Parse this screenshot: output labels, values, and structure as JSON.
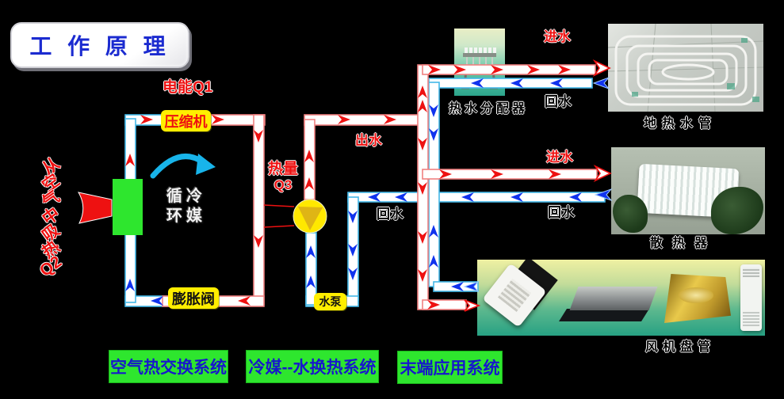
{
  "title": "工 作 原 理",
  "labels": {
    "electric_energy": "电能Q1",
    "compressor": "压缩机",
    "expansion_valve": "膨胀阀",
    "refrigerant_l1": "循冷",
    "refrigerant_l2": "环媒",
    "heat_l1": "热量",
    "heat_l2": "Q3",
    "outlet_water": "出水",
    "inlet_water": "进水",
    "return_water": "回水",
    "water_pump": "水泵",
    "distributor": "热水分配器",
    "floor_pipes": "地热水管",
    "radiator": "散热器",
    "fan_coil": "风机盘管",
    "absorb_chars": [
      "从",
      "空",
      "气",
      "中",
      "吸",
      "热",
      "Q2"
    ]
  },
  "systems": [
    {
      "label": "空气热交换系统"
    },
    {
      "label": "冷媒--水换热系统"
    },
    {
      "label": "末端应用系统"
    }
  ],
  "colors": {
    "hot_arrow": "#ee1111",
    "cold_arrow": "#1133ee",
    "hot_pipe_outline": "#f08080",
    "cold_pipe_outline": "#44b8e8",
    "highlight_yellow": "#ffee00",
    "device_green": "#2ee62e",
    "system_label_blue": "#1717cc",
    "title_blue": "#1b2bd0",
    "rotation_arc_cyan": "#18b4ea"
  }
}
